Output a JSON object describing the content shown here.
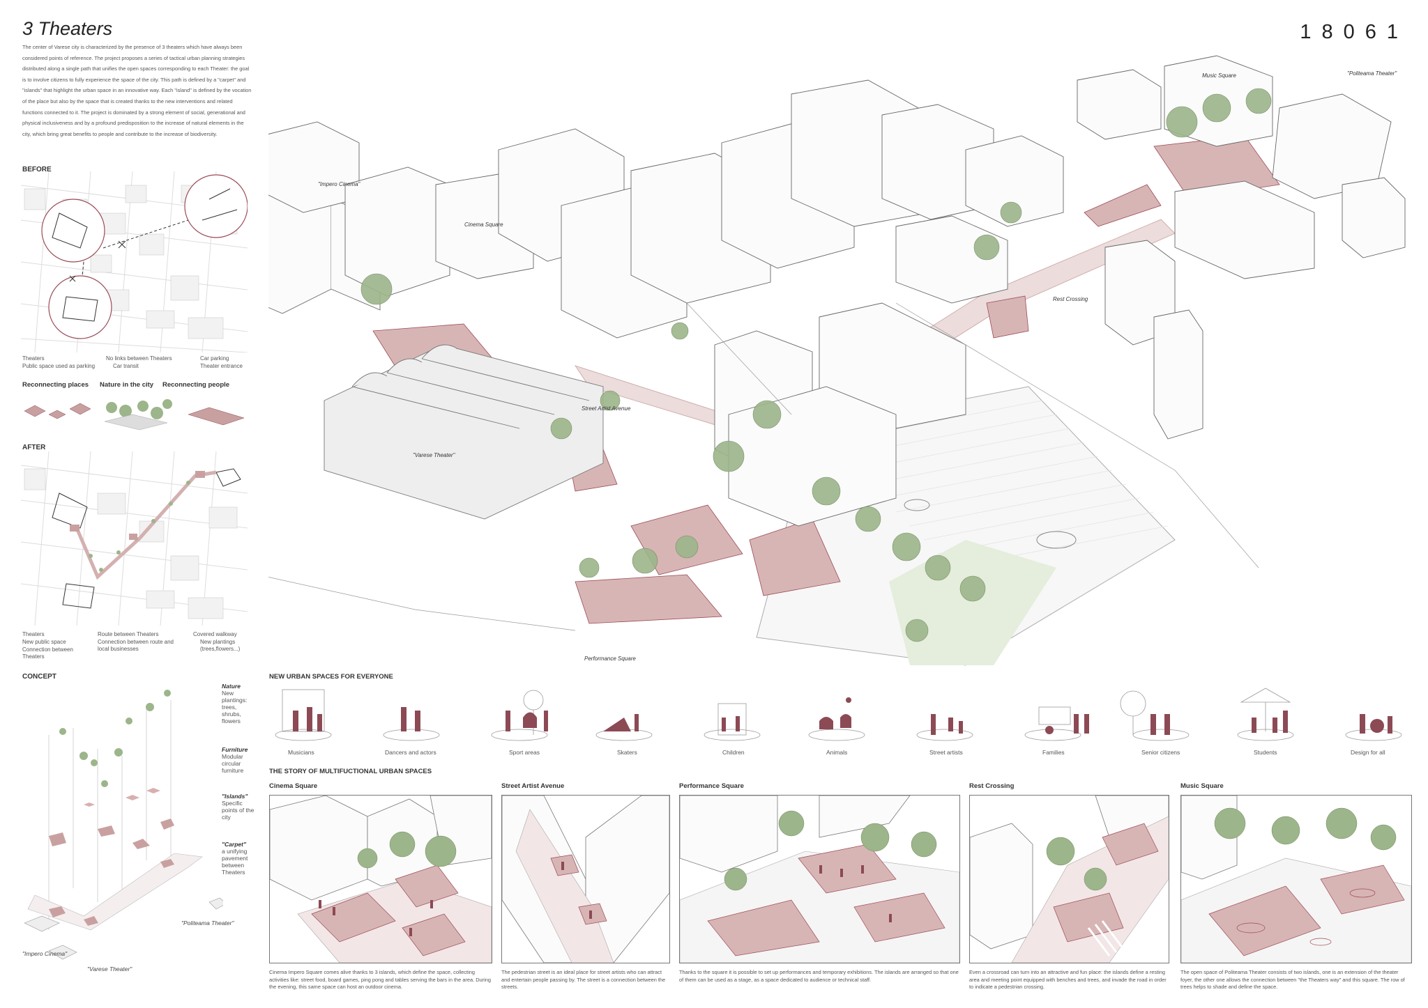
{
  "header": {
    "title": "3 Theaters",
    "code": "18061"
  },
  "intro": "The center of Varese city is characterized by the presence of 3 theaters which have always been considered points of reference. The project proposes a series of tactical urban planning strategies distributed along a single path that unifies the open spaces corresponding to each Theater: the goal is to involve citizens to fully experience the space of the city. This path is defined by a \"carpet\" and \"islands\" that highlight the urban space in an innovative way. Each \"island\" is defined by the vocation of the place but also by the space that is created thanks to the new interventions and related functions connected to it. The project is dominated by a strong element of social, generational and physical inclusiveness and by a profound predisposition to the increase of natural elements in the city, which bring great benefits to people and contribute to the increase of biodiversity.",
  "before": {
    "heading": "BEFORE",
    "legend": [
      "Theaters",
      "Public space used as parking",
      "No links between Theaters",
      "Car transit",
      "Car parking",
      "Theater entrance"
    ]
  },
  "strategies": [
    "Reconnecting places",
    "Nature in the city",
    "Reconnecting people"
  ],
  "after": {
    "heading": "AFTER",
    "legend": [
      "Theaters",
      "New public space",
      "Connection between Theaters",
      "Route between Theaters",
      "Connection between route and local businesses",
      "Covered walkway",
      "New plantings (trees,flowers...)"
    ]
  },
  "concept": {
    "heading": "CONCEPT",
    "layers": [
      {
        "name": "Nature",
        "desc": "New plantings: trees, shrubs, flowers"
      },
      {
        "name": "Furniture",
        "desc": "Modular circular furniture"
      },
      {
        "name": "\"Islands\"",
        "desc": "Specific points of the city"
      },
      {
        "name": "\"Carpet\"",
        "desc": "a unifying pavement between Theaters"
      }
    ],
    "labels": [
      "\"Politeama Theater\"",
      "\"Impero Cinema\"",
      "\"Varese Theater\""
    ]
  },
  "map_labels": {
    "impero": "\"Impero Cinema\"",
    "cinema_sq": "Cinema Square",
    "music_sq": "Music Square",
    "politeama": "\"Politeama Theater\"",
    "rest": "Rest Crossing",
    "street_artist": "Street Artist Avenue",
    "varese": "\"Varese Theater\"",
    "performance": "Performance Square"
  },
  "urban": {
    "heading": "NEW URBAN SPACES FOR EVERYONE",
    "items": [
      "Musicians",
      "Dancers and actors",
      "Sport areas",
      "Skaters",
      "Children",
      "Animals",
      "Street artists",
      "Families",
      "Senior citizens",
      "Students",
      "Design for all"
    ]
  },
  "story": {
    "heading": "THE STORY OF MULTIFUCTIONAL URBAN SPACES",
    "panels": [
      {
        "title": "Cinema Square",
        "text": "Cinema Impero Square comes alive thanks to 3 islands, which define the space, collecting activities like: street food, board games, ping pong and tables serving the bars in the area. During the evening, this same space can host an outdoor cinema."
      },
      {
        "title": "Street Artist Avenue",
        "text": "The pedestrian street is an ideal place for street artists who can attract and entertain people passing by. The street is a connection between the streets."
      },
      {
        "title": "Performance Square",
        "text": "Thanks to the square it is possible to set up performances and temporary exhibitions. The islands are arranged so that one of them can be used as a stage, as a space dedicated to audience or technical staff."
      },
      {
        "title": "Rest Crossing",
        "text": "Even a crossroad can turn into an attractive and fun place: the islands define a resting area and meeting point equipped with benches and trees, and invade the road in order to indicate a pedestrian crossing."
      },
      {
        "title": "Music Square",
        "text": "The open space of Politeama Theater consists of two islands, one is an extension of the theater foyer, the other one allows the connection between \"the Theaters way\" and this square. The row of trees helps to shade and define the space."
      }
    ]
  },
  "colors": {
    "accent": "#c9a0a0",
    "accent_dark": "#8c4a55",
    "green": "#9cb58a",
    "line": "#999999"
  }
}
